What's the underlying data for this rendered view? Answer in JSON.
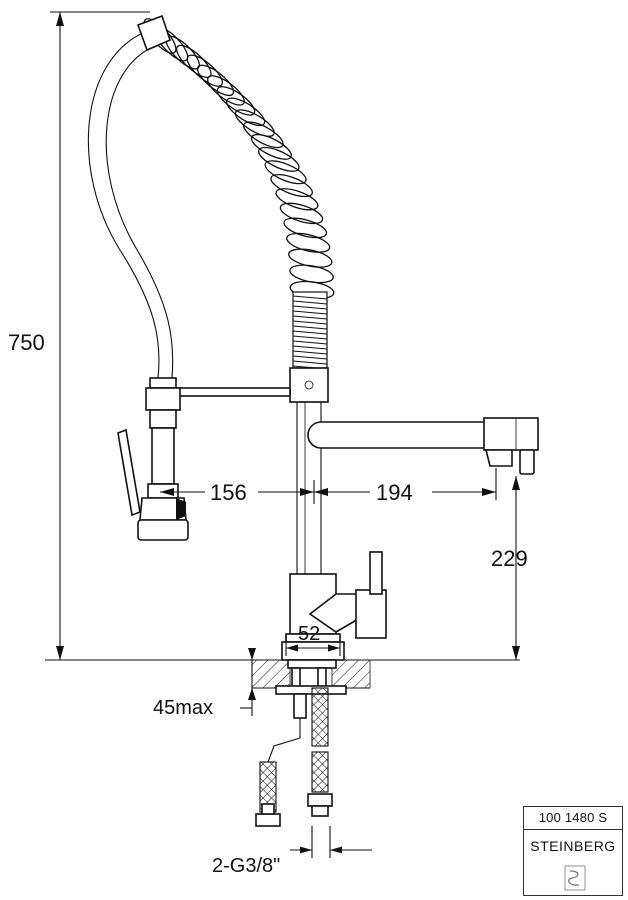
{
  "dimensions": {
    "total_height": "750",
    "left_reach": "156",
    "right_reach": "194",
    "spout_height": "229",
    "base_diameter": "52",
    "max_mount_thickness": "45max",
    "connection": "2-G3/8\""
  },
  "title_block": {
    "product_code": "100 1480 S",
    "brand": "STEINBERG"
  }
}
